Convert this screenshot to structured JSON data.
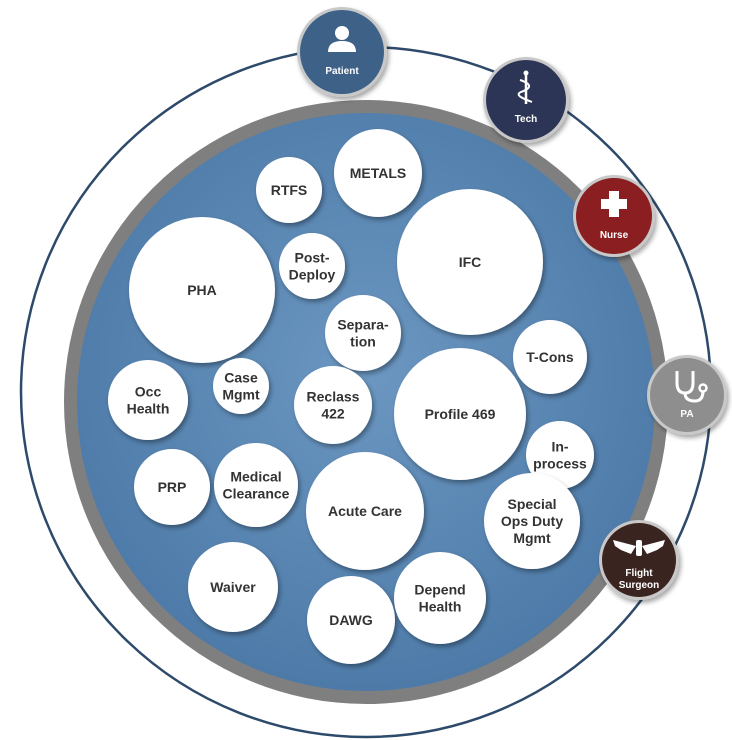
{
  "diagram": {
    "colors": {
      "inner_fill": "#5b89b6",
      "inner_rim": "#7f7f7f",
      "outer_ring": "#2e4a6b",
      "bubble_fill": "#ffffff",
      "bubble_text": "#333333"
    },
    "bubbles": [
      {
        "lines": [
          "METALS"
        ]
      },
      {
        "lines": [
          "RTFS"
        ]
      },
      {
        "lines": [
          "PHA"
        ]
      },
      {
        "lines": [
          "Post-",
          "Deploy"
        ]
      },
      {
        "lines": [
          "IFC"
        ]
      },
      {
        "lines": [
          "Separa-",
          "tion"
        ]
      },
      {
        "lines": [
          "T-Cons"
        ]
      },
      {
        "lines": [
          "Occ",
          "Health"
        ]
      },
      {
        "lines": [
          "Case",
          "Mgmt"
        ]
      },
      {
        "lines": [
          "Reclass",
          "422"
        ]
      },
      {
        "lines": [
          "Profile 469"
        ]
      },
      {
        "lines": [
          "In-",
          "process"
        ]
      },
      {
        "lines": [
          "PRP"
        ]
      },
      {
        "lines": [
          "Medical",
          "Clearance"
        ]
      },
      {
        "lines": [
          "Acute Care"
        ]
      },
      {
        "lines": [
          "Special",
          "Ops Duty",
          "Mgmt"
        ]
      },
      {
        "lines": [
          "Waiver"
        ]
      },
      {
        "lines": [
          "DAWG"
        ]
      },
      {
        "lines": [
          "Depend",
          "Health"
        ]
      }
    ],
    "roles": [
      {
        "label": "Patient",
        "color": "#3e6187",
        "icon": "person-icon"
      },
      {
        "label": "Tech",
        "color": "#2d3557",
        "icon": "caduceus-icon"
      },
      {
        "label": "Nurse",
        "color": "#8a1e20",
        "icon": "medical-cross-icon"
      },
      {
        "label": "PA",
        "color": "#8e8e8e",
        "icon": "stethoscope-icon"
      },
      {
        "label": "Flight Surgeon",
        "color": "#3a2420",
        "icon": "flight-surgeon-wings-icon"
      }
    ]
  }
}
